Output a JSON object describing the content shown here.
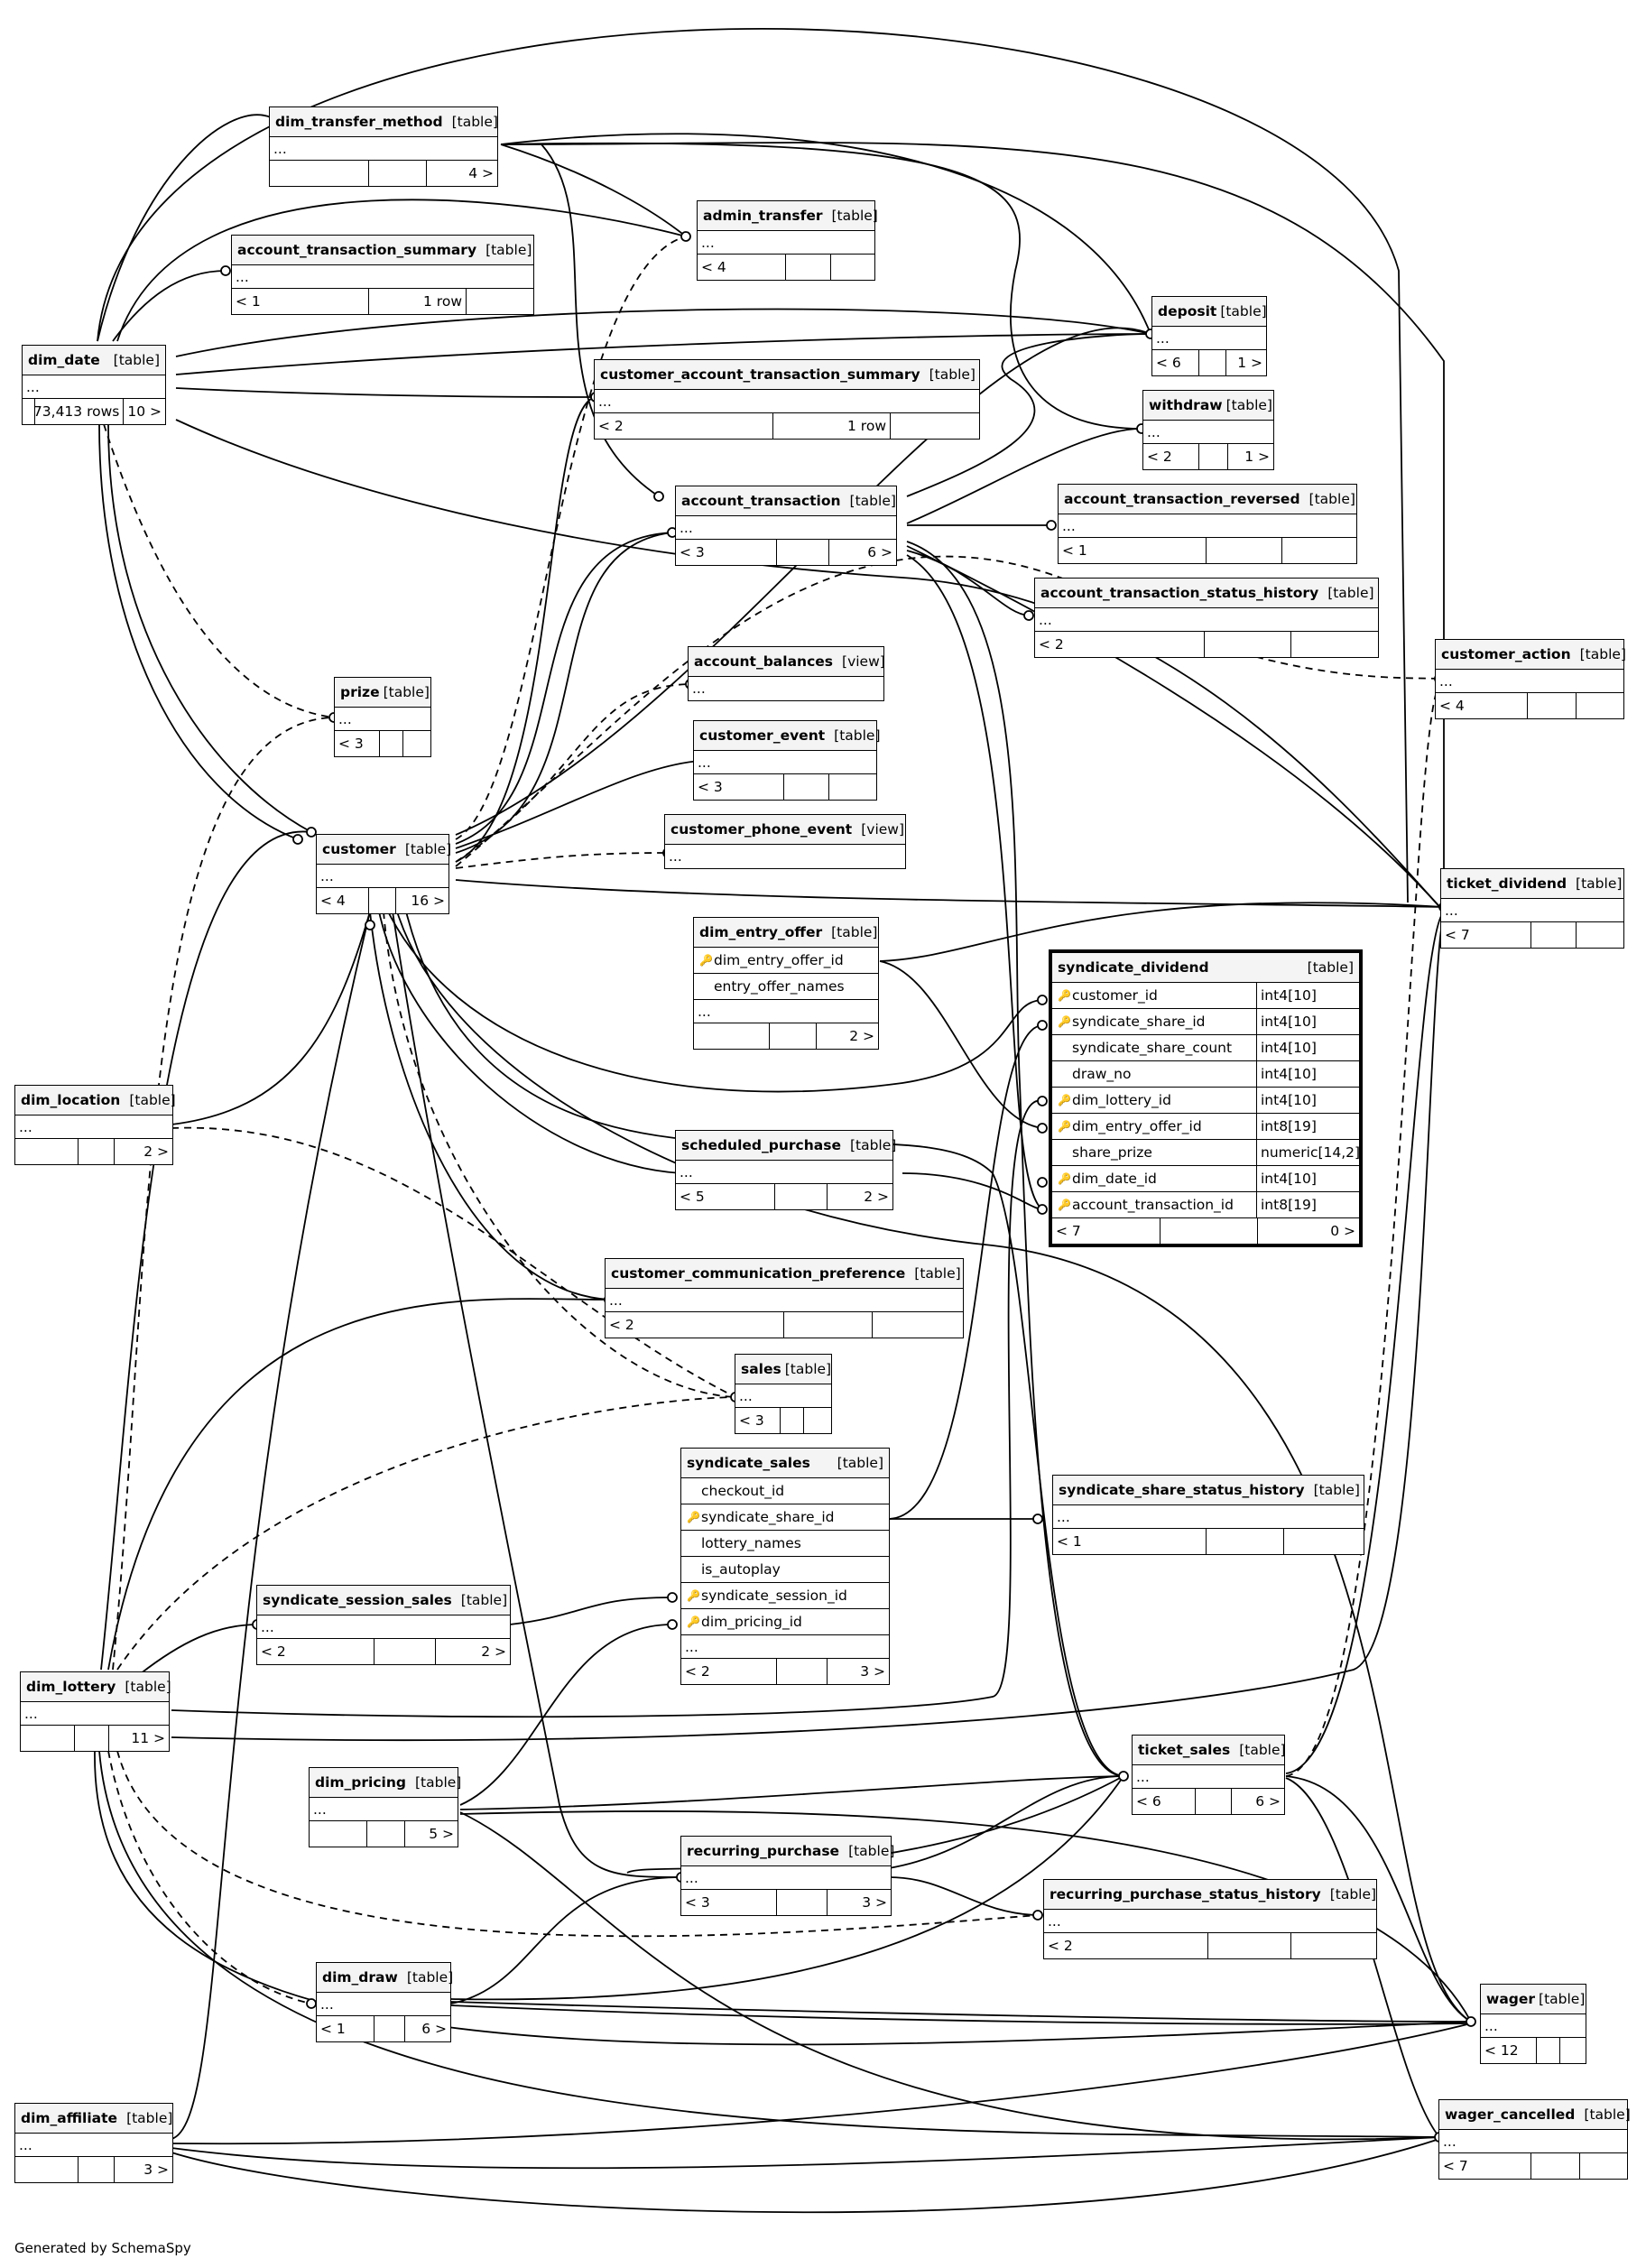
{
  "footer": "Generated by SchemaSpy",
  "tables": {
    "dim_transfer_method": {
      "name": "dim_transfer_method",
      "kind": "[table]",
      "rows_text": "...",
      "f1": "",
      "f2": "",
      "f3": "4 >"
    },
    "admin_transfer": {
      "name": "admin_transfer",
      "kind": "[table]",
      "rows_text": "...",
      "f1": "< 4",
      "f2": "",
      "f3": ""
    },
    "account_transaction_summary": {
      "name": "account_transaction_summary",
      "kind": "[table]",
      "rows_text": "...",
      "f1": "< 1",
      "f2": "1 row",
      "f3": ""
    },
    "dim_date": {
      "name": "dim_date",
      "kind": "[table]",
      "rows_text": "...",
      "f1": "",
      "f2": "73,413 rows",
      "f3": "10 >"
    },
    "customer_account_transaction_summary": {
      "name": "customer_account_transaction_summary",
      "kind": "[table]",
      "rows_text": "...",
      "f1": "< 2",
      "f2": "1 row",
      "f3": ""
    },
    "deposit": {
      "name": "deposit",
      "kind": "[table]",
      "rows_text": "...",
      "f1": "< 6",
      "f2": "",
      "f3": "1 >"
    },
    "withdraw": {
      "name": "withdraw",
      "kind": "[table]",
      "rows_text": "...",
      "f1": "< 2",
      "f2": "",
      "f3": "1 >"
    },
    "account_transaction": {
      "name": "account_transaction",
      "kind": "[table]",
      "rows_text": "...",
      "f1": "< 3",
      "f2": "",
      "f3": "6 >"
    },
    "account_transaction_reversed": {
      "name": "account_transaction_reversed",
      "kind": "[table]",
      "rows_text": "...",
      "f1": "< 1",
      "f2": "",
      "f3": ""
    },
    "account_transaction_status_history": {
      "name": "account_transaction_status_history",
      "kind": "[table]",
      "rows_text": "...",
      "f1": "< 2",
      "f2": "",
      "f3": ""
    },
    "customer_action": {
      "name": "customer_action",
      "kind": "[table]",
      "rows_text": "...",
      "f1": "< 4",
      "f2": "",
      "f3": ""
    },
    "account_balances": {
      "name": "account_balances",
      "kind": "[view]",
      "rows_text": "..."
    },
    "prize": {
      "name": "prize",
      "kind": "[table]",
      "rows_text": "...",
      "f1": "< 3",
      "f2": "",
      "f3": ""
    },
    "customer_event": {
      "name": "customer_event",
      "kind": "[table]",
      "rows_text": "...",
      "f1": "< 3",
      "f2": "",
      "f3": ""
    },
    "customer": {
      "name": "customer",
      "kind": "[table]",
      "rows_text": "...",
      "f1": "< 4",
      "f2": "",
      "f3": "16 >"
    },
    "customer_phone_event": {
      "name": "customer_phone_event",
      "kind": "[view]",
      "rows_text": "..."
    },
    "ticket_dividend": {
      "name": "ticket_dividend",
      "kind": "[table]",
      "rows_text": "...",
      "f1": "< 7",
      "f2": "",
      "f3": ""
    },
    "dim_entry_offer": {
      "name": "dim_entry_offer",
      "kind": "[table]",
      "cols": [
        "dim_entry_offer_id",
        "entry_offer_names"
      ],
      "rows_text": "...",
      "f1": "",
      "f2": "",
      "f3": "2 >"
    },
    "syndicate_dividend": {
      "name": "syndicate_dividend",
      "kind": "[table]",
      "cols": [
        {
          "name": "customer_id",
          "type": "int4[10]"
        },
        {
          "name": "syndicate_share_id",
          "type": "int4[10]"
        },
        {
          "name": "syndicate_share_count",
          "type": "int4[10]"
        },
        {
          "name": "draw_no",
          "type": "int4[10]"
        },
        {
          "name": "dim_lottery_id",
          "type": "int4[10]"
        },
        {
          "name": "dim_entry_offer_id",
          "type": "int8[19]"
        },
        {
          "name": "share_prize",
          "type": "numeric[14,2]"
        },
        {
          "name": "dim_date_id",
          "type": "int4[10]"
        },
        {
          "name": "account_transaction_id",
          "type": "int8[19]"
        }
      ],
      "f1": "< 7",
      "f2": "",
      "f3": "0 >"
    },
    "dim_location": {
      "name": "dim_location",
      "kind": "[table]",
      "rows_text": "...",
      "f1": "",
      "f2": "",
      "f3": "2 >"
    },
    "scheduled_purchase": {
      "name": "scheduled_purchase",
      "kind": "[table]",
      "rows_text": "...",
      "f1": "< 5",
      "f2": "",
      "f3": "2 >"
    },
    "customer_communication_preference": {
      "name": "customer_communication_preference",
      "kind": "[table]",
      "rows_text": "...",
      "f1": "< 2",
      "f2": "",
      "f3": ""
    },
    "sales": {
      "name": "sales",
      "kind": "[table]",
      "rows_text": "...",
      "f1": "< 3",
      "f2": "",
      "f3": ""
    },
    "syndicate_sales": {
      "name": "syndicate_sales",
      "kind": "[table]",
      "cols": [
        "checkout_id",
        "syndicate_share_id",
        "lottery_names",
        "is_autoplay",
        "syndicate_session_id",
        "dim_pricing_id"
      ],
      "rows_text": "...",
      "f1": "< 2",
      "f2": "",
      "f3": "3 >"
    },
    "syndicate_share_status_history": {
      "name": "syndicate_share_status_history",
      "kind": "[table]",
      "rows_text": "...",
      "f1": "< 1",
      "f2": "",
      "f3": ""
    },
    "syndicate_session_sales": {
      "name": "syndicate_session_sales",
      "kind": "[table]",
      "rows_text": "...",
      "f1": "< 2",
      "f2": "",
      "f3": "2 >"
    },
    "dim_lottery": {
      "name": "dim_lottery",
      "kind": "[table]",
      "rows_text": "...",
      "f1": "",
      "f2": "",
      "f3": "11 >"
    },
    "ticket_sales": {
      "name": "ticket_sales",
      "kind": "[table]",
      "rows_text": "...",
      "f1": "< 6",
      "f2": "",
      "f3": "6 >"
    },
    "dim_pricing": {
      "name": "dim_pricing",
      "kind": "[table]",
      "rows_text": "...",
      "f1": "",
      "f2": "",
      "f3": "5 >"
    },
    "recurring_purchase": {
      "name": "recurring_purchase",
      "kind": "[table]",
      "rows_text": "...",
      "f1": "< 3",
      "f2": "",
      "f3": "3 >"
    },
    "recurring_purchase_status_history": {
      "name": "recurring_purchase_status_history",
      "kind": "[table]",
      "rows_text": "...",
      "f1": "< 2",
      "f2": "",
      "f3": ""
    },
    "dim_draw": {
      "name": "dim_draw",
      "kind": "[table]",
      "rows_text": "...",
      "f1": "< 1",
      "f2": "",
      "f3": "6 >"
    },
    "wager": {
      "name": "wager",
      "kind": "[table]",
      "rows_text": "...",
      "f1": "< 12",
      "f2": "",
      "f3": ""
    },
    "dim_affiliate": {
      "name": "dim_affiliate",
      "kind": "[table]",
      "rows_text": "...",
      "f1": "",
      "f2": "",
      "f3": "3 >"
    },
    "wager_cancelled": {
      "name": "wager_cancelled",
      "kind": "[table]",
      "rows_text": "...",
      "f1": "< 7",
      "f2": "",
      "f3": ""
    }
  }
}
